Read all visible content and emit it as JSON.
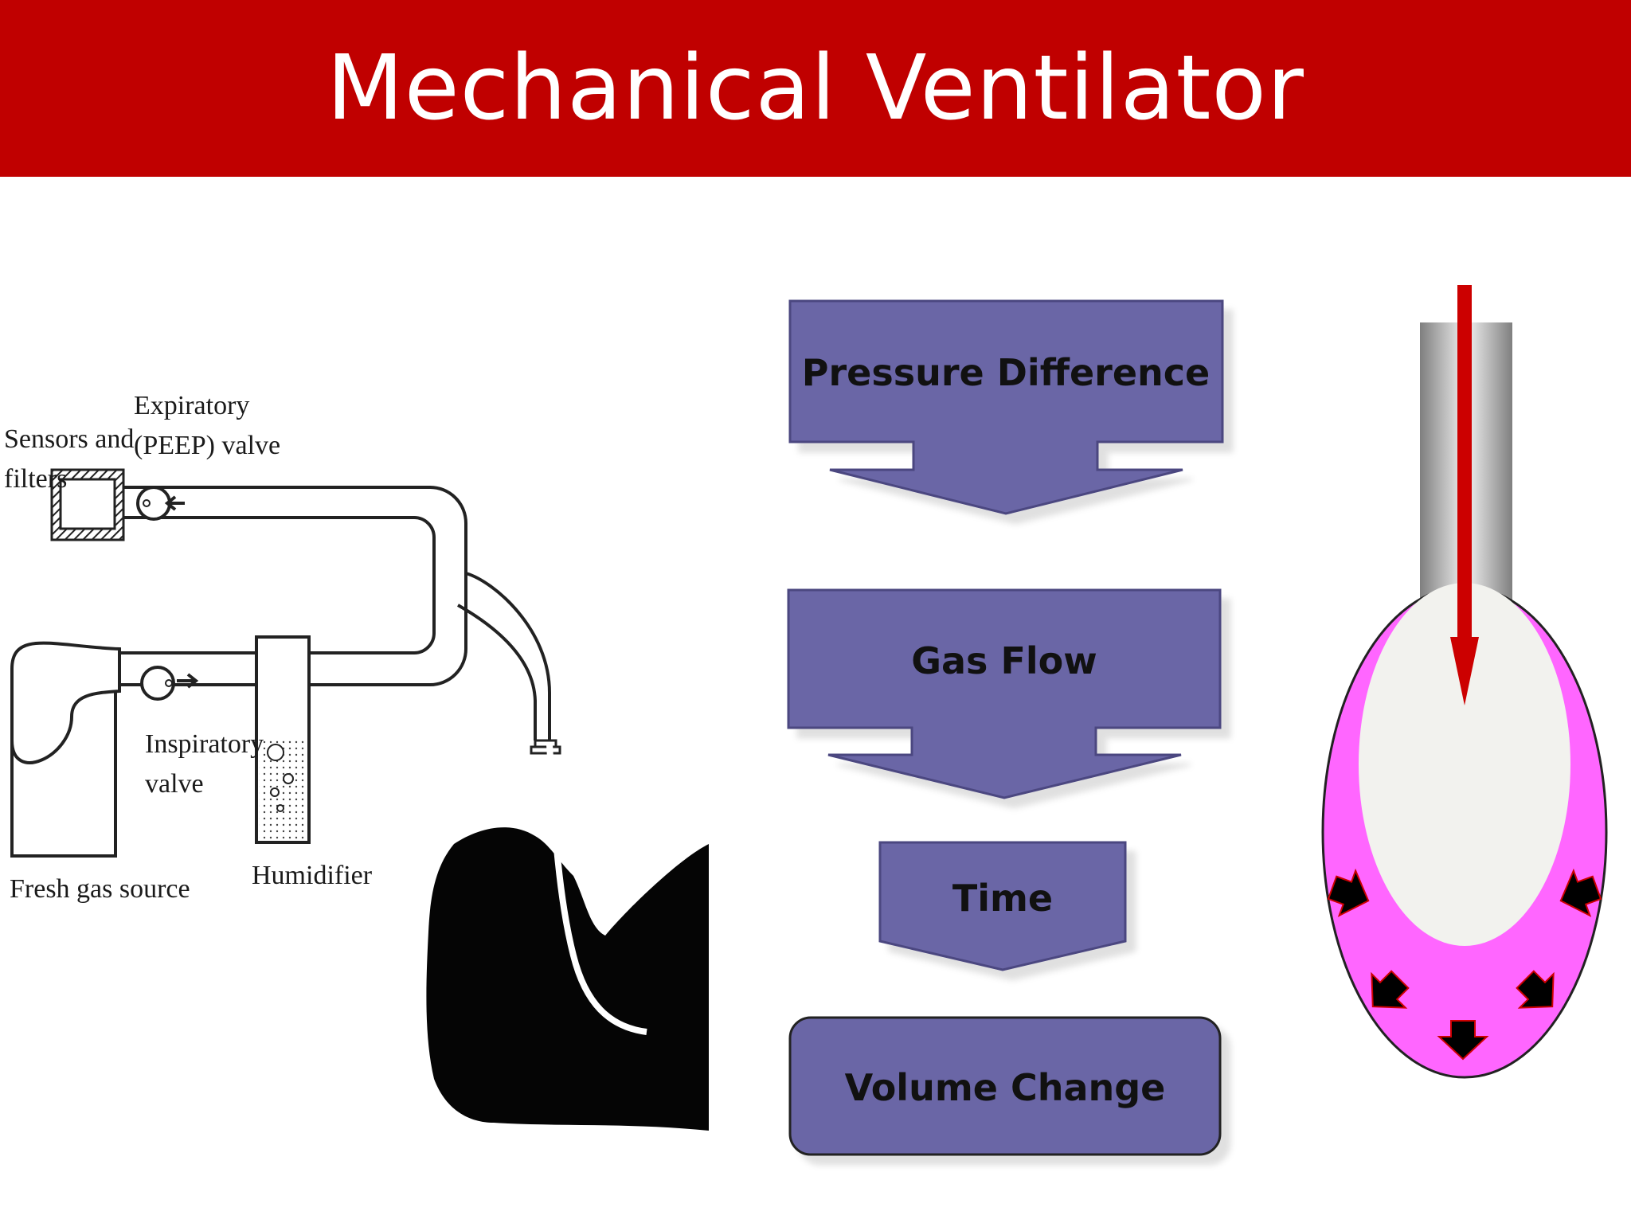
{
  "slide": {
    "title": "Mechanical Ventilator",
    "colors": {
      "banner": "#c00000",
      "flow_box": "#6a66a6",
      "balloon": "#ff66ff",
      "arrow": "#cc0000"
    }
  },
  "circuit": {
    "labels": {
      "sensors_line1": "Sensors and",
      "sensors_line2": "filters",
      "expiratory_line1": "Expiratory",
      "expiratory_line2": "(PEEP) valve",
      "inspiratory_line1": "Inspiratory",
      "inspiratory_line2": "valve",
      "humidifier": "Humidifier",
      "fresh_gas": "Fresh gas source"
    }
  },
  "flow": {
    "steps": [
      "Pressure Difference",
      "Gas Flow",
      "Time",
      "Volume Change"
    ]
  }
}
